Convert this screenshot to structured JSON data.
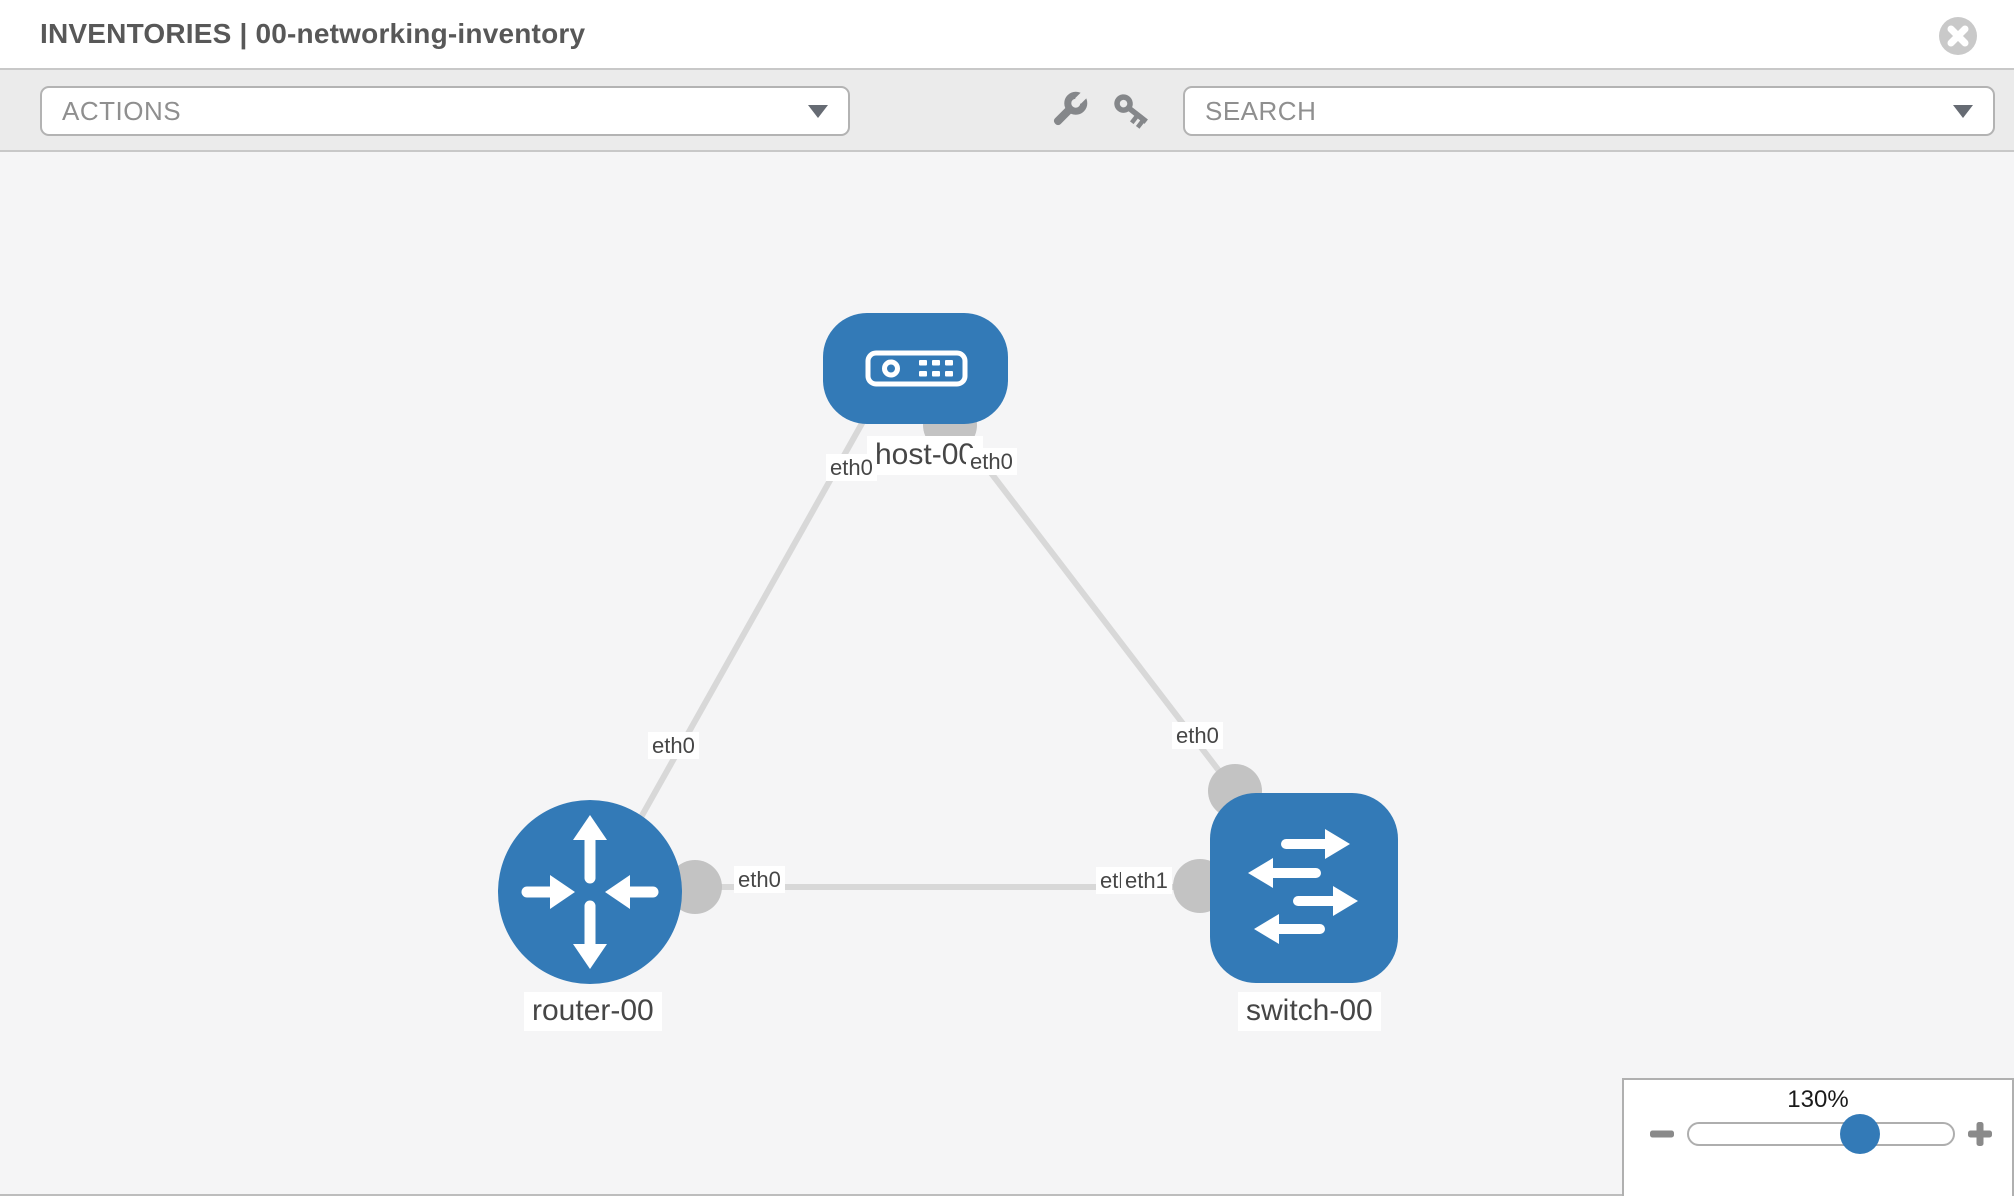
{
  "window": {
    "title": "INVENTORIES | 00-networking-inventory"
  },
  "toolbar": {
    "actions_label": "ACTIONS",
    "search_placeholder": "SEARCH",
    "icons": [
      "wrench-icon",
      "key-icon"
    ]
  },
  "topology": {
    "nodes": [
      {
        "id": "host-00",
        "label": "host-00",
        "type": "host"
      },
      {
        "id": "router-00",
        "label": "router-00",
        "type": "router"
      },
      {
        "id": "switch-00",
        "label": "switch-00",
        "type": "switch"
      }
    ],
    "links": [
      {
        "from": "host-00",
        "to": "router-00",
        "from_if": "eth0",
        "to_if": "eth0"
      },
      {
        "from": "host-00",
        "to": "switch-00",
        "from_if": "eth0",
        "to_if": "eth0"
      },
      {
        "from": "router-00",
        "to": "switch-00",
        "from_if": "eth0",
        "to_if": "eth1"
      }
    ],
    "interfaces": {
      "host_left": "eth0",
      "host_right": "eth0",
      "router_top": "eth0",
      "switch_top": "eth0",
      "router_link": "eth0",
      "switch_link_under": "eth0",
      "switch_link": "eth1"
    }
  },
  "zoom": {
    "level": "130%"
  },
  "colors": {
    "node_blue": "#337ab7",
    "link_gray": "#d8d8d8",
    "connector_gray": "#c3c3c3",
    "toolbar_bg": "#ebebeb",
    "canvas_bg": "#f5f5f6"
  }
}
